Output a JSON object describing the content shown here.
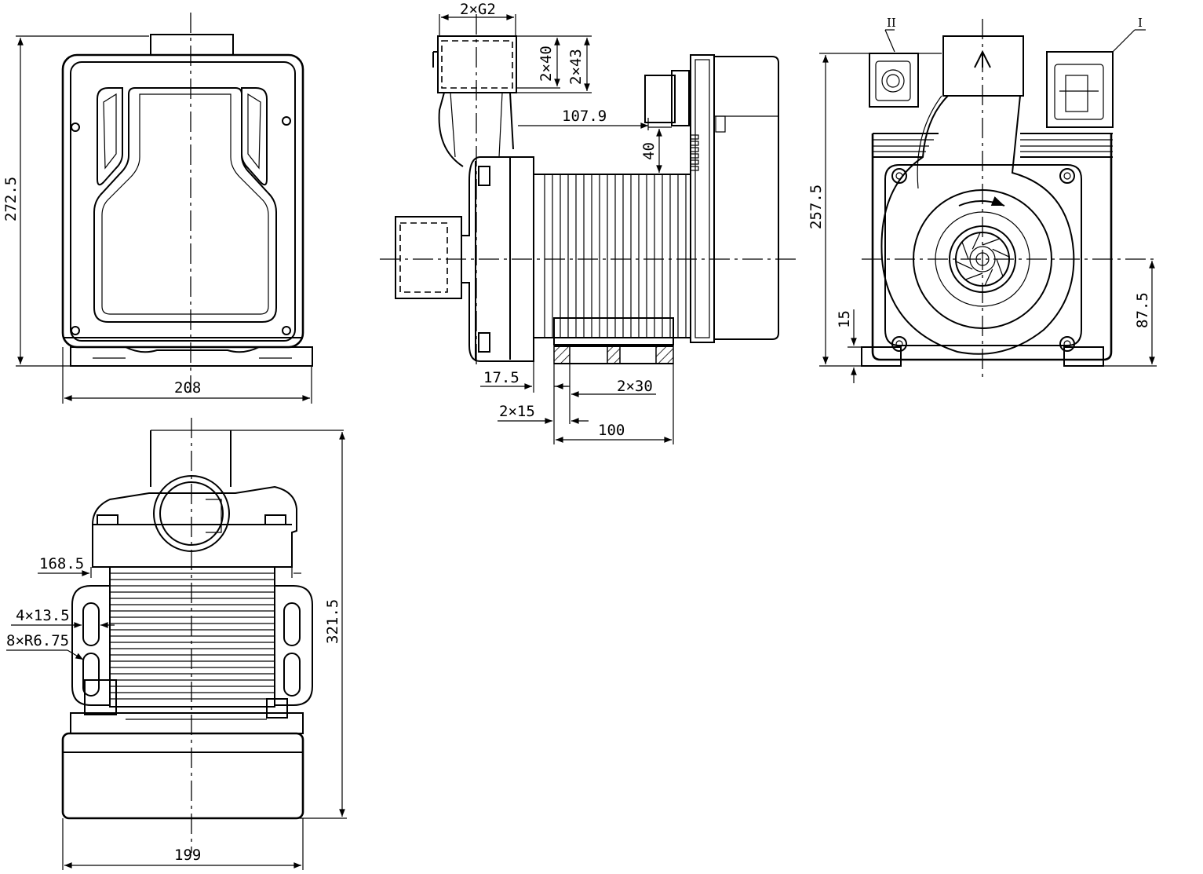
{
  "front_view": {
    "dim_height": "272.5",
    "dim_width": "208"
  },
  "side_view": {
    "dim_thread": "2×G2",
    "dim_flange_1": "2×40",
    "dim_flange_2": "2×43",
    "dim_107_9": "107.9",
    "dim_40": "40",
    "dim_17_5": "17.5",
    "dim_2x30": "2×30",
    "dim_2x15": "2×15",
    "dim_100": "100"
  },
  "rear_view": {
    "callout_II": "II",
    "callout_I": "I",
    "dim_height": "257.5",
    "dim_15": "15",
    "dim_87_5": "87.5"
  },
  "top_view": {
    "dim_168_5": "168.5",
    "dim_4x13_5": "4×13.5",
    "dim_8xR6_75": "8×R6.75",
    "dim_321_5": "321.5",
    "dim_199": "199"
  }
}
